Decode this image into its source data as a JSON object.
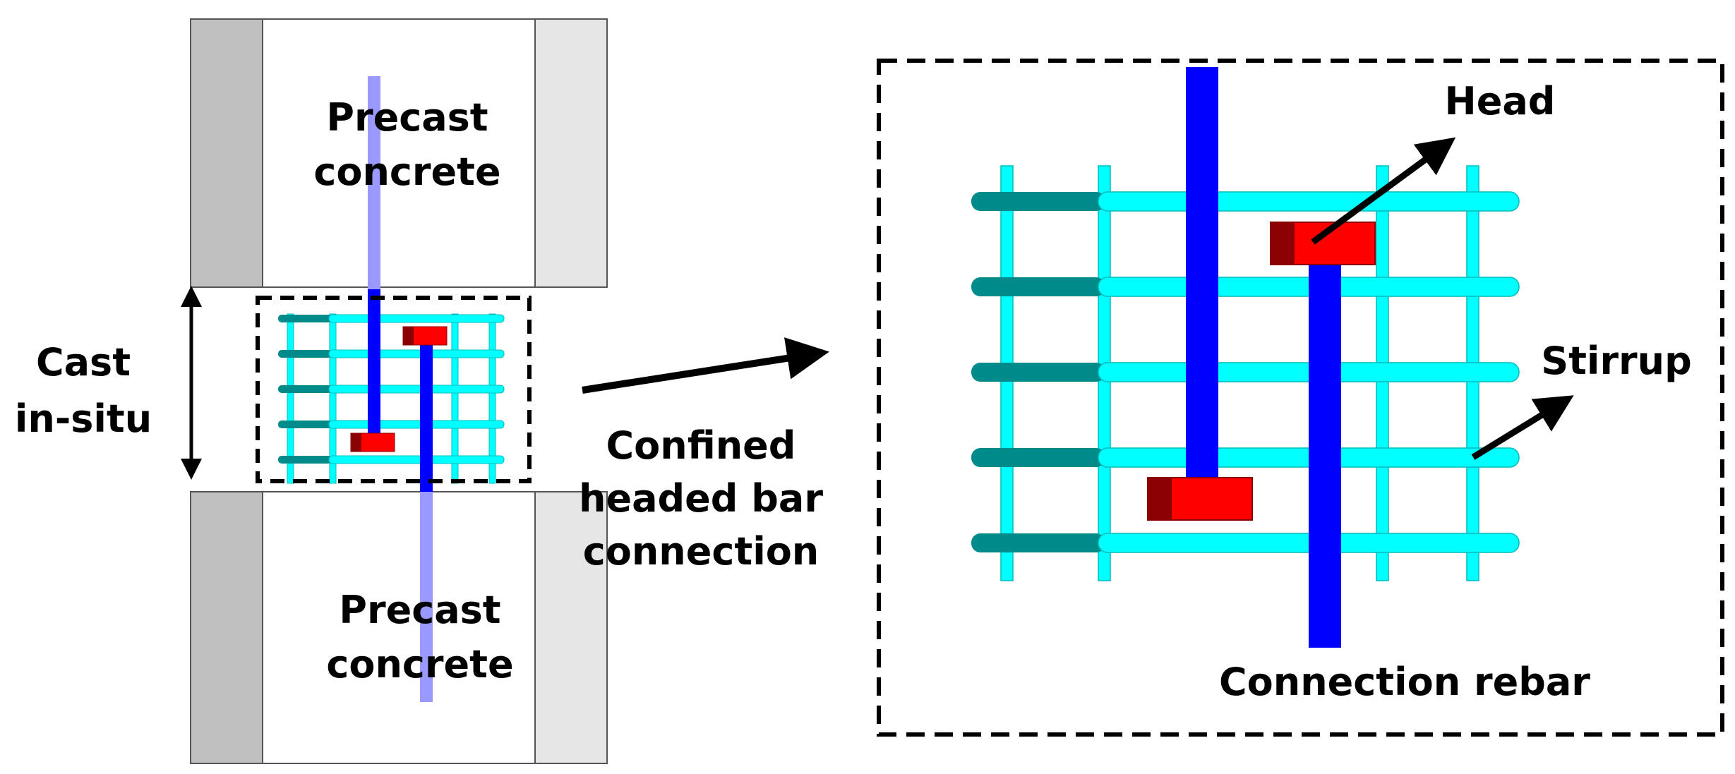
{
  "labels": {
    "precast_top_line1": "Precast",
    "precast_top_line2": "concrete",
    "precast_bottom_line1": "Precast",
    "precast_bottom_line2": "concrete",
    "cast_line1": "Cast",
    "cast_line2": "in-situ",
    "confined_line1": "Confined",
    "confined_line2": "headed bar",
    "confined_line3": "connection",
    "head": "Head",
    "stirrup": "Stirrup",
    "connection_rebar": "Connection rebar"
  },
  "colors": {
    "stirrup": "#00ffff",
    "stirrup_dark": "#008b8b",
    "rebar": "#0000ff",
    "rebar_faded": "#9999ff",
    "head": "#ff0000",
    "head_dark": "#8b0000",
    "concrete_side": "#c0c0c0",
    "concrete_side_light": "#e6e6e6"
  }
}
